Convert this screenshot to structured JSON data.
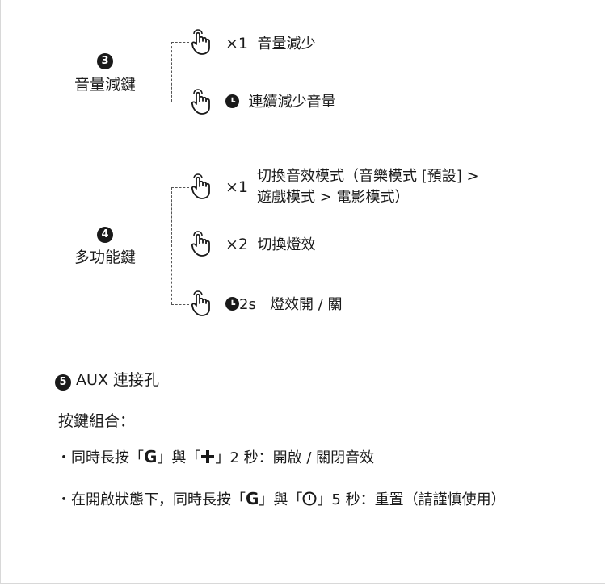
{
  "volume_down": {
    "number": "3",
    "label": "音量減鍵",
    "rows": [
      {
        "count": "×1",
        "text": "音量減少"
      },
      {
        "text": "連續減少音量"
      }
    ]
  },
  "multifunction": {
    "number": "4",
    "label": "多功能鍵",
    "rows": [
      {
        "count": "×1",
        "text_line1": "切換音效模式（音樂模式 [預設] >",
        "text_line2": "遊戲模式 > 電影模式）"
      },
      {
        "count": "×2",
        "text": "切換燈效"
      },
      {
        "duration": "2s",
        "text": "燈效開 / 關"
      }
    ]
  },
  "aux": {
    "number": "5",
    "label": "AUX 連接孔"
  },
  "combos": {
    "title": "按鍵組合：",
    "items": [
      {
        "bullet": "・",
        "prefix": "同時長按「",
        "key1": "G",
        "mid": "」與「",
        "key2_icon": "plus-icon",
        "suffix": "」2 秒：開啟 / 關閉音效"
      },
      {
        "bullet": "・",
        "prefix": "在開啟狀態下，同時長按「",
        "key1": "G",
        "mid": "」與「",
        "key2_icon": "power-icon",
        "suffix": "」5 秒：重置（請謹慎使用）"
      }
    ]
  },
  "colors": {
    "text": "#1a1a1a",
    "background": "#ffffff",
    "border": "#d8d8d8"
  }
}
